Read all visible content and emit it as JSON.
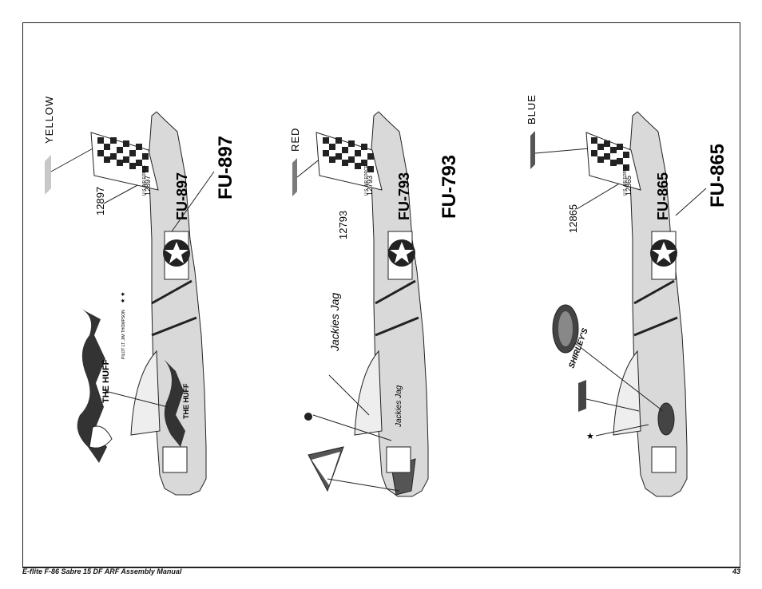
{
  "schemes": [
    {
      "color_label": "YELLOW",
      "serial": "12897",
      "tail_code": "FU-897",
      "callout_code": "FU-897",
      "nose_art": "THE HUFF",
      "pilot_name": "PILOT LT. JIM THOMPSON",
      "stars": "★ ★",
      "swatch_color": "#c8c8c8"
    },
    {
      "color_label": "RED",
      "serial": "12793",
      "tail_code": "FU-793",
      "callout_code": "FU-793",
      "nose_art": "Jackies Jag",
      "pilot_name": "",
      "stars": "",
      "swatch_color": "#7a7a7a"
    },
    {
      "color_label": "BLUE",
      "serial": "12865",
      "tail_code": "FU-865",
      "callout_code": "FU-865",
      "nose_art": "SHIRLEY'S",
      "pilot_name": "",
      "stars": "★",
      "swatch_color": "#555555"
    }
  ],
  "fin_text": "U.S. AIR FORCE",
  "footer": {
    "title": "E-flite F-86 Sabre 15 DF ARF Assembly Manual",
    "page": "43"
  }
}
